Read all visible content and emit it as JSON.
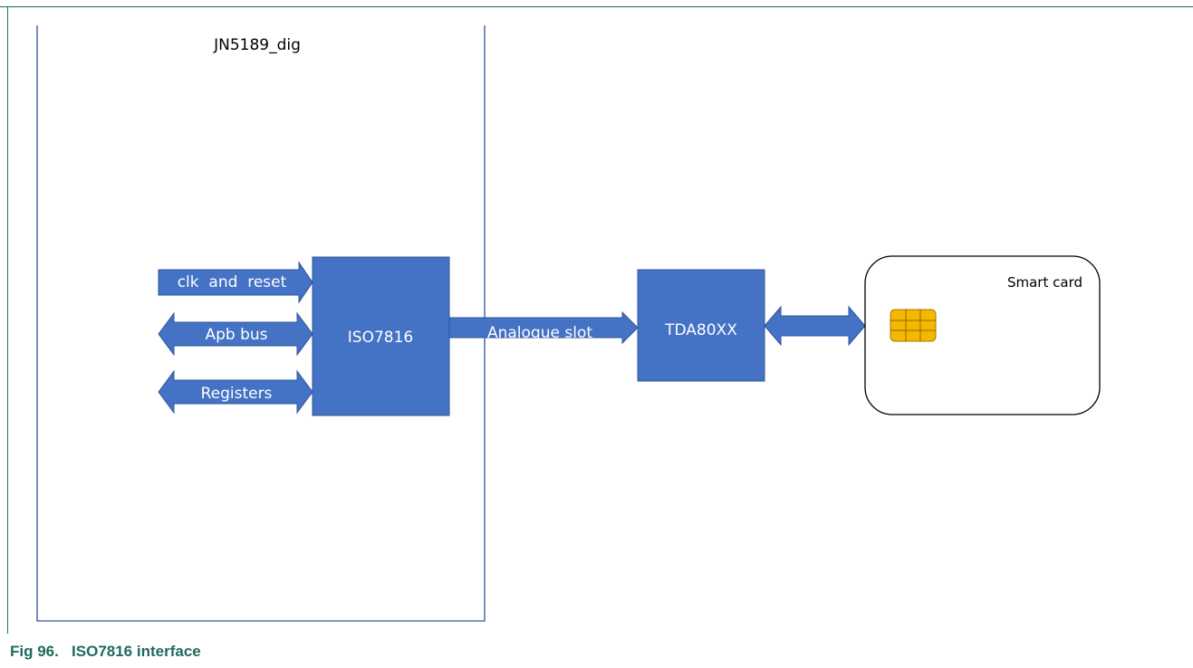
{
  "diagram": {
    "container_label": "JN5189_dig",
    "arrows": {
      "clk_reset": "clk  and  reset",
      "apb_bus": "Apb bus",
      "registers": "Registers",
      "analogue_slot": "Analogue slot"
    },
    "blocks": {
      "iso7816": "ISO7816",
      "tda80xx": "TDA80XX"
    },
    "smart_card": {
      "label": "Smart card"
    }
  },
  "caption": {
    "number": "Fig 96.",
    "title": "ISO7816 interface"
  },
  "colors": {
    "block_fill": "#4472c4",
    "block_border": "#2f5597",
    "container_border": "#2f5597",
    "chip_fill": "#f5b800",
    "caption_color": "#1f6a5e"
  }
}
